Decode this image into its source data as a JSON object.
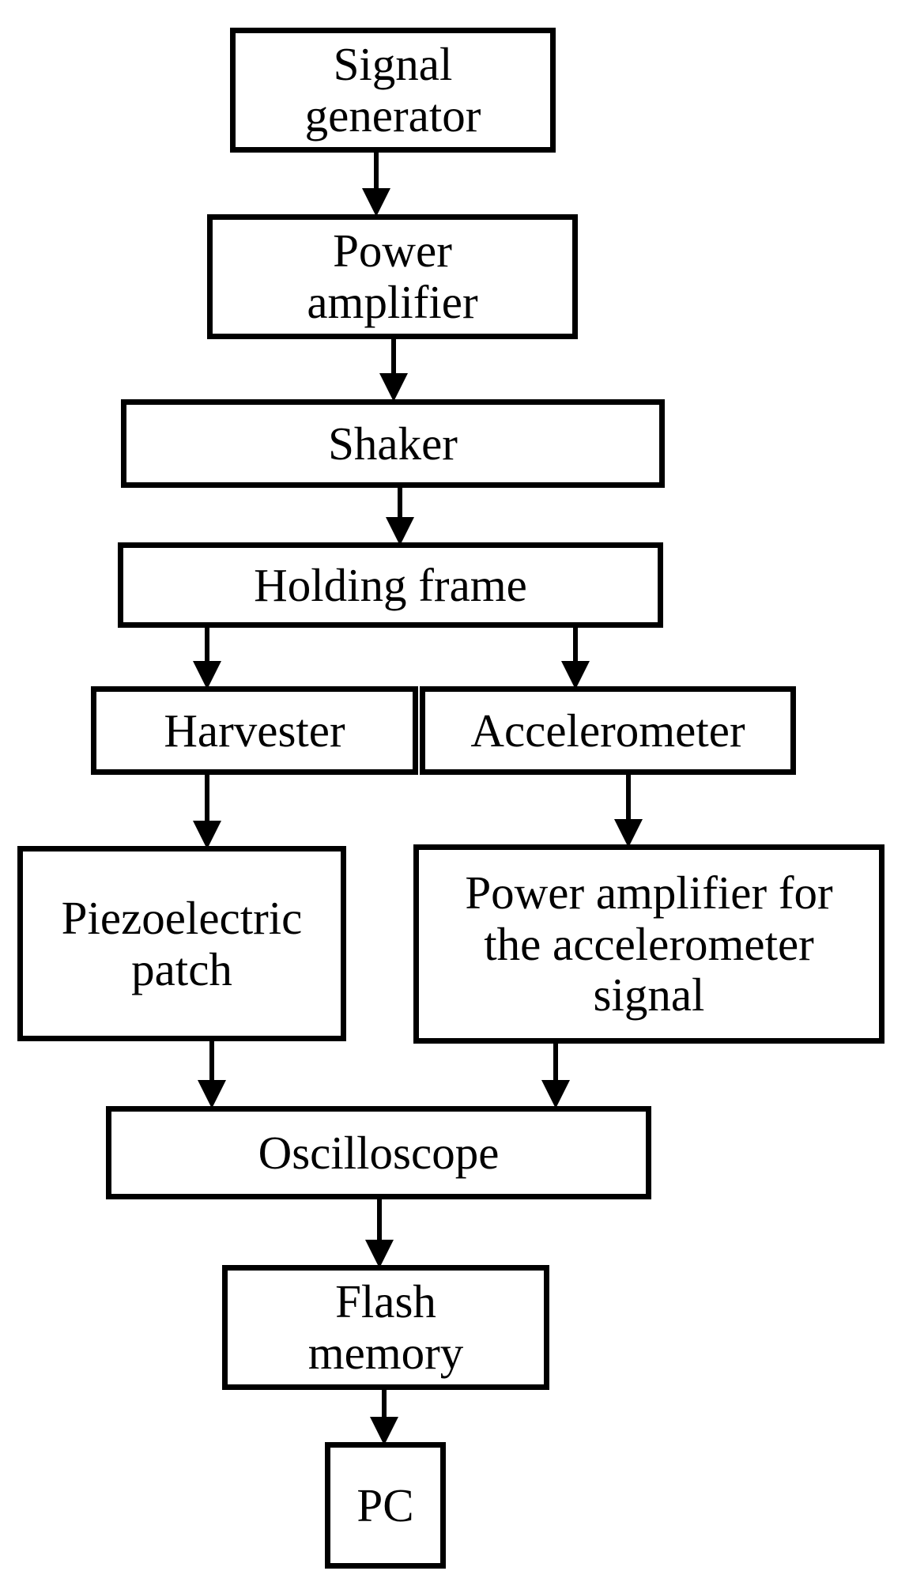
{
  "nodes": {
    "signal_generator": "Signal\ngenerator",
    "power_amplifier": "Power\namplifier",
    "shaker": "Shaker",
    "holding_frame": "Holding frame",
    "harvester": "Harvester",
    "accelerometer": "Accelerometer",
    "piezoelectric_patch": "Piezoelectric\npatch",
    "accel_power_amplifier": "Power amplifier for\nthe accelerometer\nsignal",
    "oscilloscope": "Oscilloscope",
    "flash_memory": "Flash\nmemory",
    "pc": "PC"
  },
  "colors": {
    "stroke": "#000000",
    "fill": "#ffffff"
  }
}
